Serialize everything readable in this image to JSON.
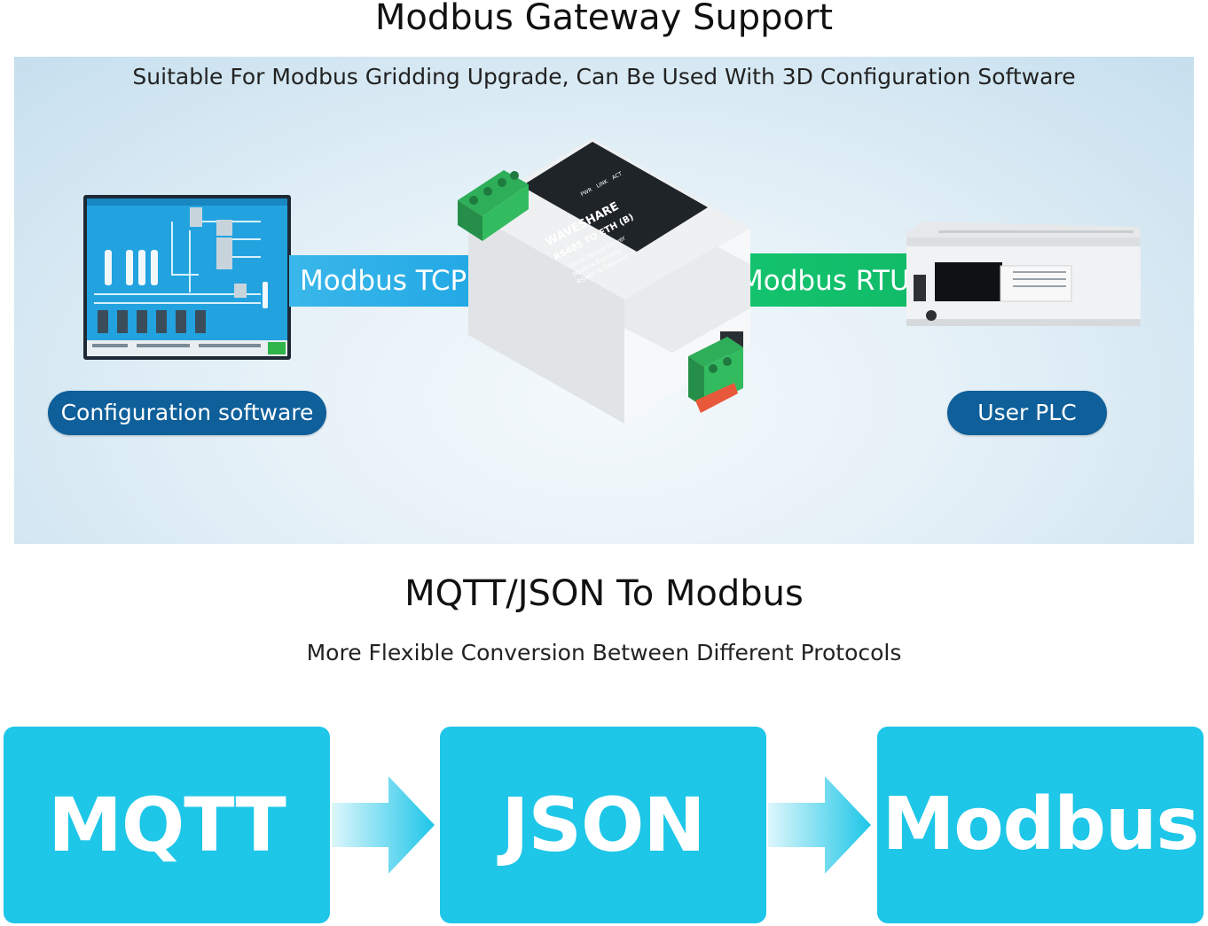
{
  "section1": {
    "title": "Modbus Gateway Support",
    "subtitle": "Suitable For Modbus Gridding Upgrade, Can Be Used With 3D Configuration Software",
    "tcp_label": "Modbus TCP",
    "rtu_label": "Modbus RTU",
    "left_caption": "Configuration software",
    "right_caption": "User PLC",
    "device": {
      "brand": "WAVESHARE",
      "model": "RS485 TO ETH (B)",
      "desc_lines": [
        "Serial Device Server",
        "Modbus Gateway",
        "RS485 To Ethernet"
      ],
      "led_labels": [
        "PWR",
        "LINK",
        "ACT"
      ]
    }
  },
  "section2": {
    "title": "MQTT/JSON To Modbus",
    "subtitle": "More Flexible Conversion Between Different Protocols"
  },
  "flow": {
    "items": [
      "MQTT",
      "JSON",
      "Modbus"
    ]
  },
  "colors": {
    "tcp_band": "#1fa6e4",
    "rtu_band": "#11bb68",
    "pill": "#0e5f9a",
    "flow_box": "#1ec6e8",
    "terminal_green": "#2eae59"
  }
}
